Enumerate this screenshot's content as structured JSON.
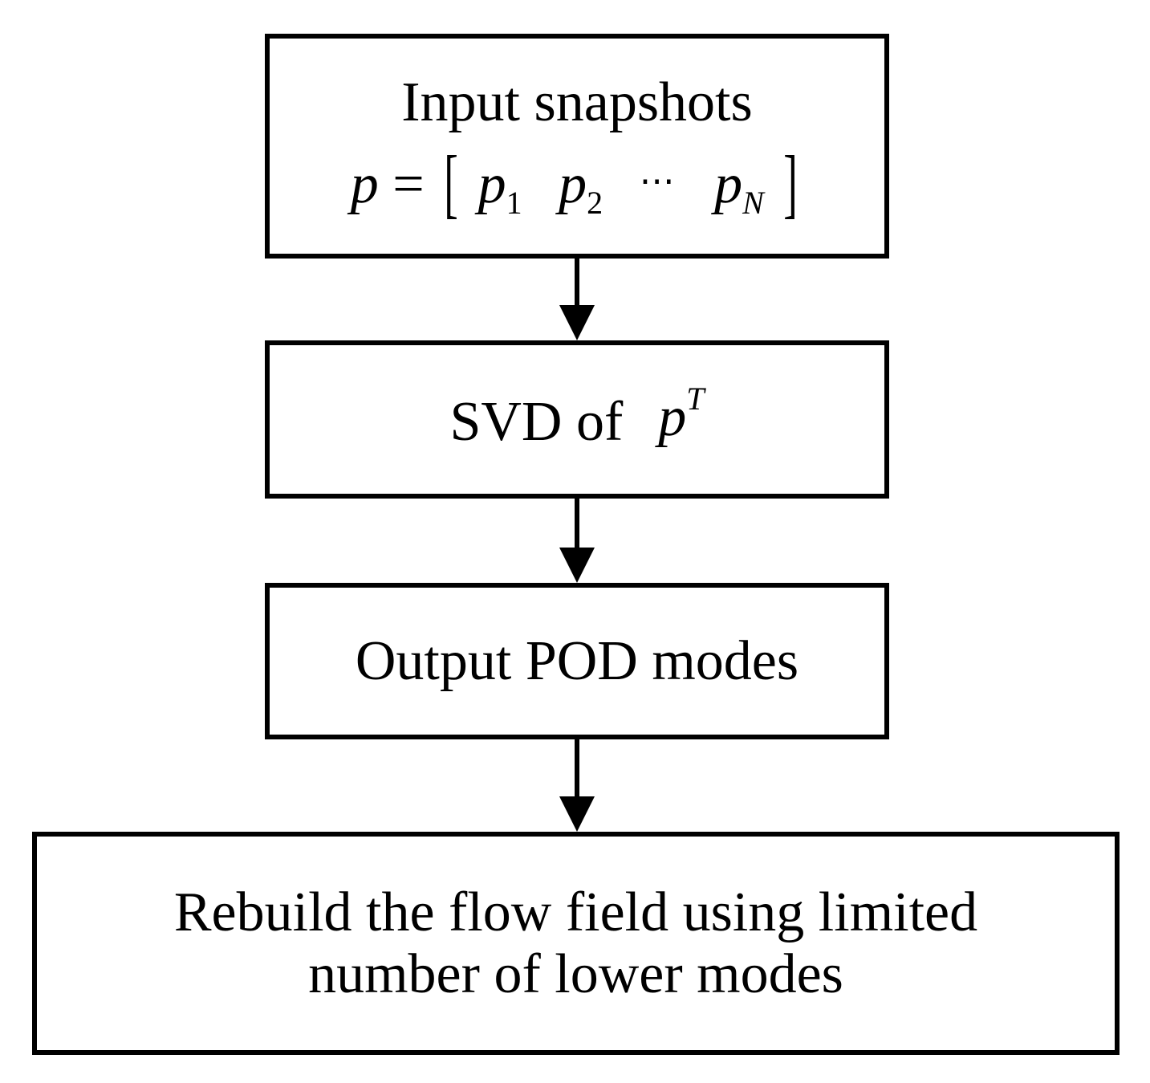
{
  "nodes": {
    "input": {
      "label": "Input snapshots",
      "formula": {
        "lhs": "p",
        "eq": "=",
        "open": "[",
        "items": [
          {
            "base": "p",
            "sub": "1"
          },
          {
            "base": "p",
            "sub": "2"
          }
        ],
        "ellipsis": "⋯",
        "last": {
          "base": "p",
          "sub": "N"
        },
        "close": "]"
      }
    },
    "svd": {
      "label": "SVD of",
      "symbol": "p",
      "superscript": "T"
    },
    "output": {
      "label": "Output POD modes"
    },
    "rebuild": {
      "line1": "Rebuild the flow field using limited",
      "line2": "number of lower modes"
    }
  },
  "edges": [
    {
      "from": "input",
      "to": "svd"
    },
    {
      "from": "svd",
      "to": "output"
    },
    {
      "from": "output",
      "to": "rebuild"
    }
  ]
}
